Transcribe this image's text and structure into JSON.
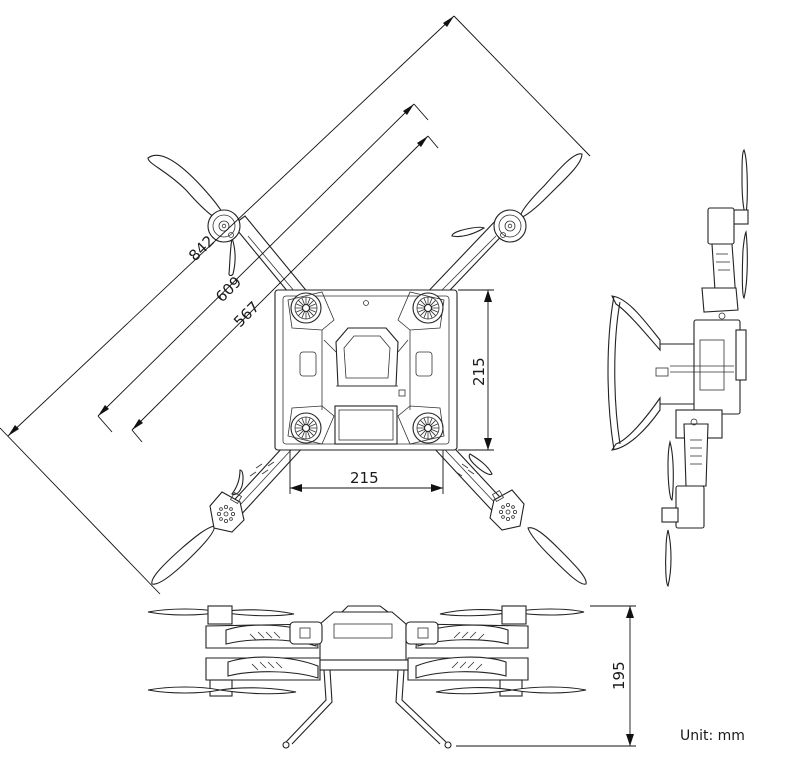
{
  "dimensions": {
    "diag_outer": "842",
    "diag_mid": "609",
    "diag_inner": "567",
    "body_height": "215",
    "body_width": "215",
    "side_height": "195"
  },
  "unit_label": "Unit: mm"
}
